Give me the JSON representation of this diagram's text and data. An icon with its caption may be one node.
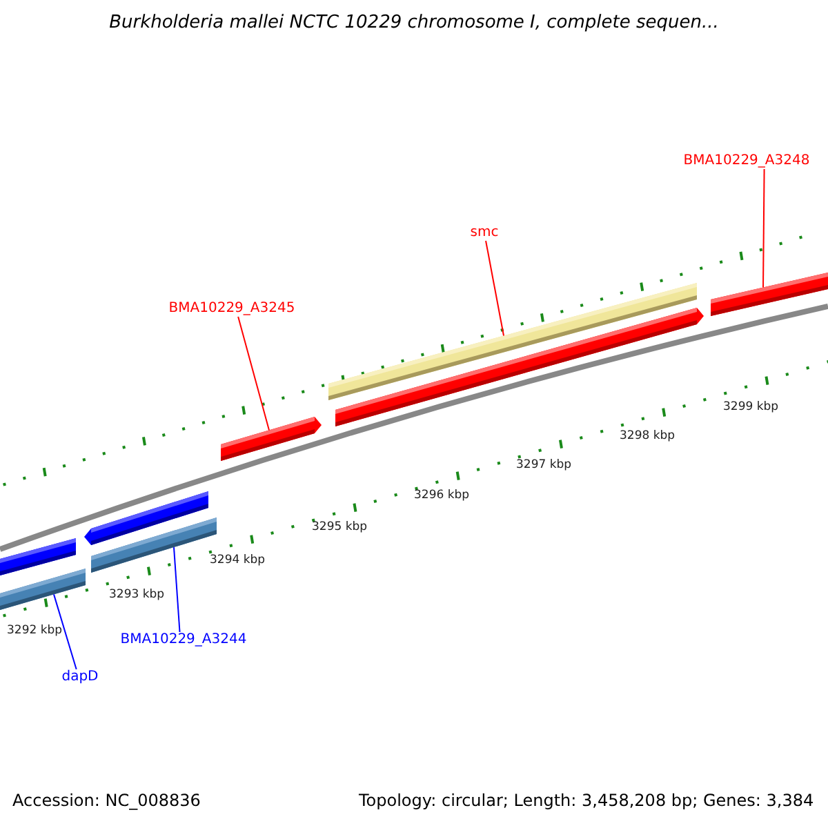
{
  "diagram": {
    "title": "Burkholderia mallei NCTC 10229 chromosome I, complete sequen...",
    "nodes": [
      {
        "text": [
          "BMA10229_A3248"
        ]
      },
      {
        "text": [
          "smc"
        ]
      },
      {
        "text": [
          "BMA10229_A3245"
        ]
      },
      {
        "text": [
          "BMA10229_A3244"
        ]
      },
      {
        "text": [
          "dapD"
        ]
      },
      {
        "text": [],
        "shape": "bar"
      },
      {
        "text": [],
        "shape": "bar"
      },
      {
        "text": [],
        "shape": "bar"
      },
      {
        "text": [],
        "shape": "bar"
      },
      {
        "text": [],
        "shape": "bar"
      },
      {
        "text": [],
        "shape": "bar"
      },
      {
        "text": [],
        "shape": "bar"
      },
      {
        "text": [],
        "shape": "bar"
      }
    ],
    "edges": [
      {
        "from": 0,
        "to": 12,
        "arrow": "none"
      },
      {
        "from": 1,
        "to": 10,
        "arrow": "none"
      },
      {
        "from": 2,
        "to": 9,
        "arrow": "none"
      },
      {
        "from": 3,
        "to": 8,
        "arrow": "none",
        "color": "#0000ff"
      },
      {
        "from": 4,
        "to": 6,
        "arrow": "none",
        "color": "#0000ff"
      }
    ],
    "labels": [
      "3292 kbp",
      "3293 kbp",
      "3294 kbp",
      "3295 kbp",
      "3296 kbp",
      "3297 kbp",
      "3298 kbp",
      "3299 kbp",
      "Accession: NC_008836",
      "Topology: circular; Length: 3,458,208 bp; Genes: 3,384"
    ]
  }
}
